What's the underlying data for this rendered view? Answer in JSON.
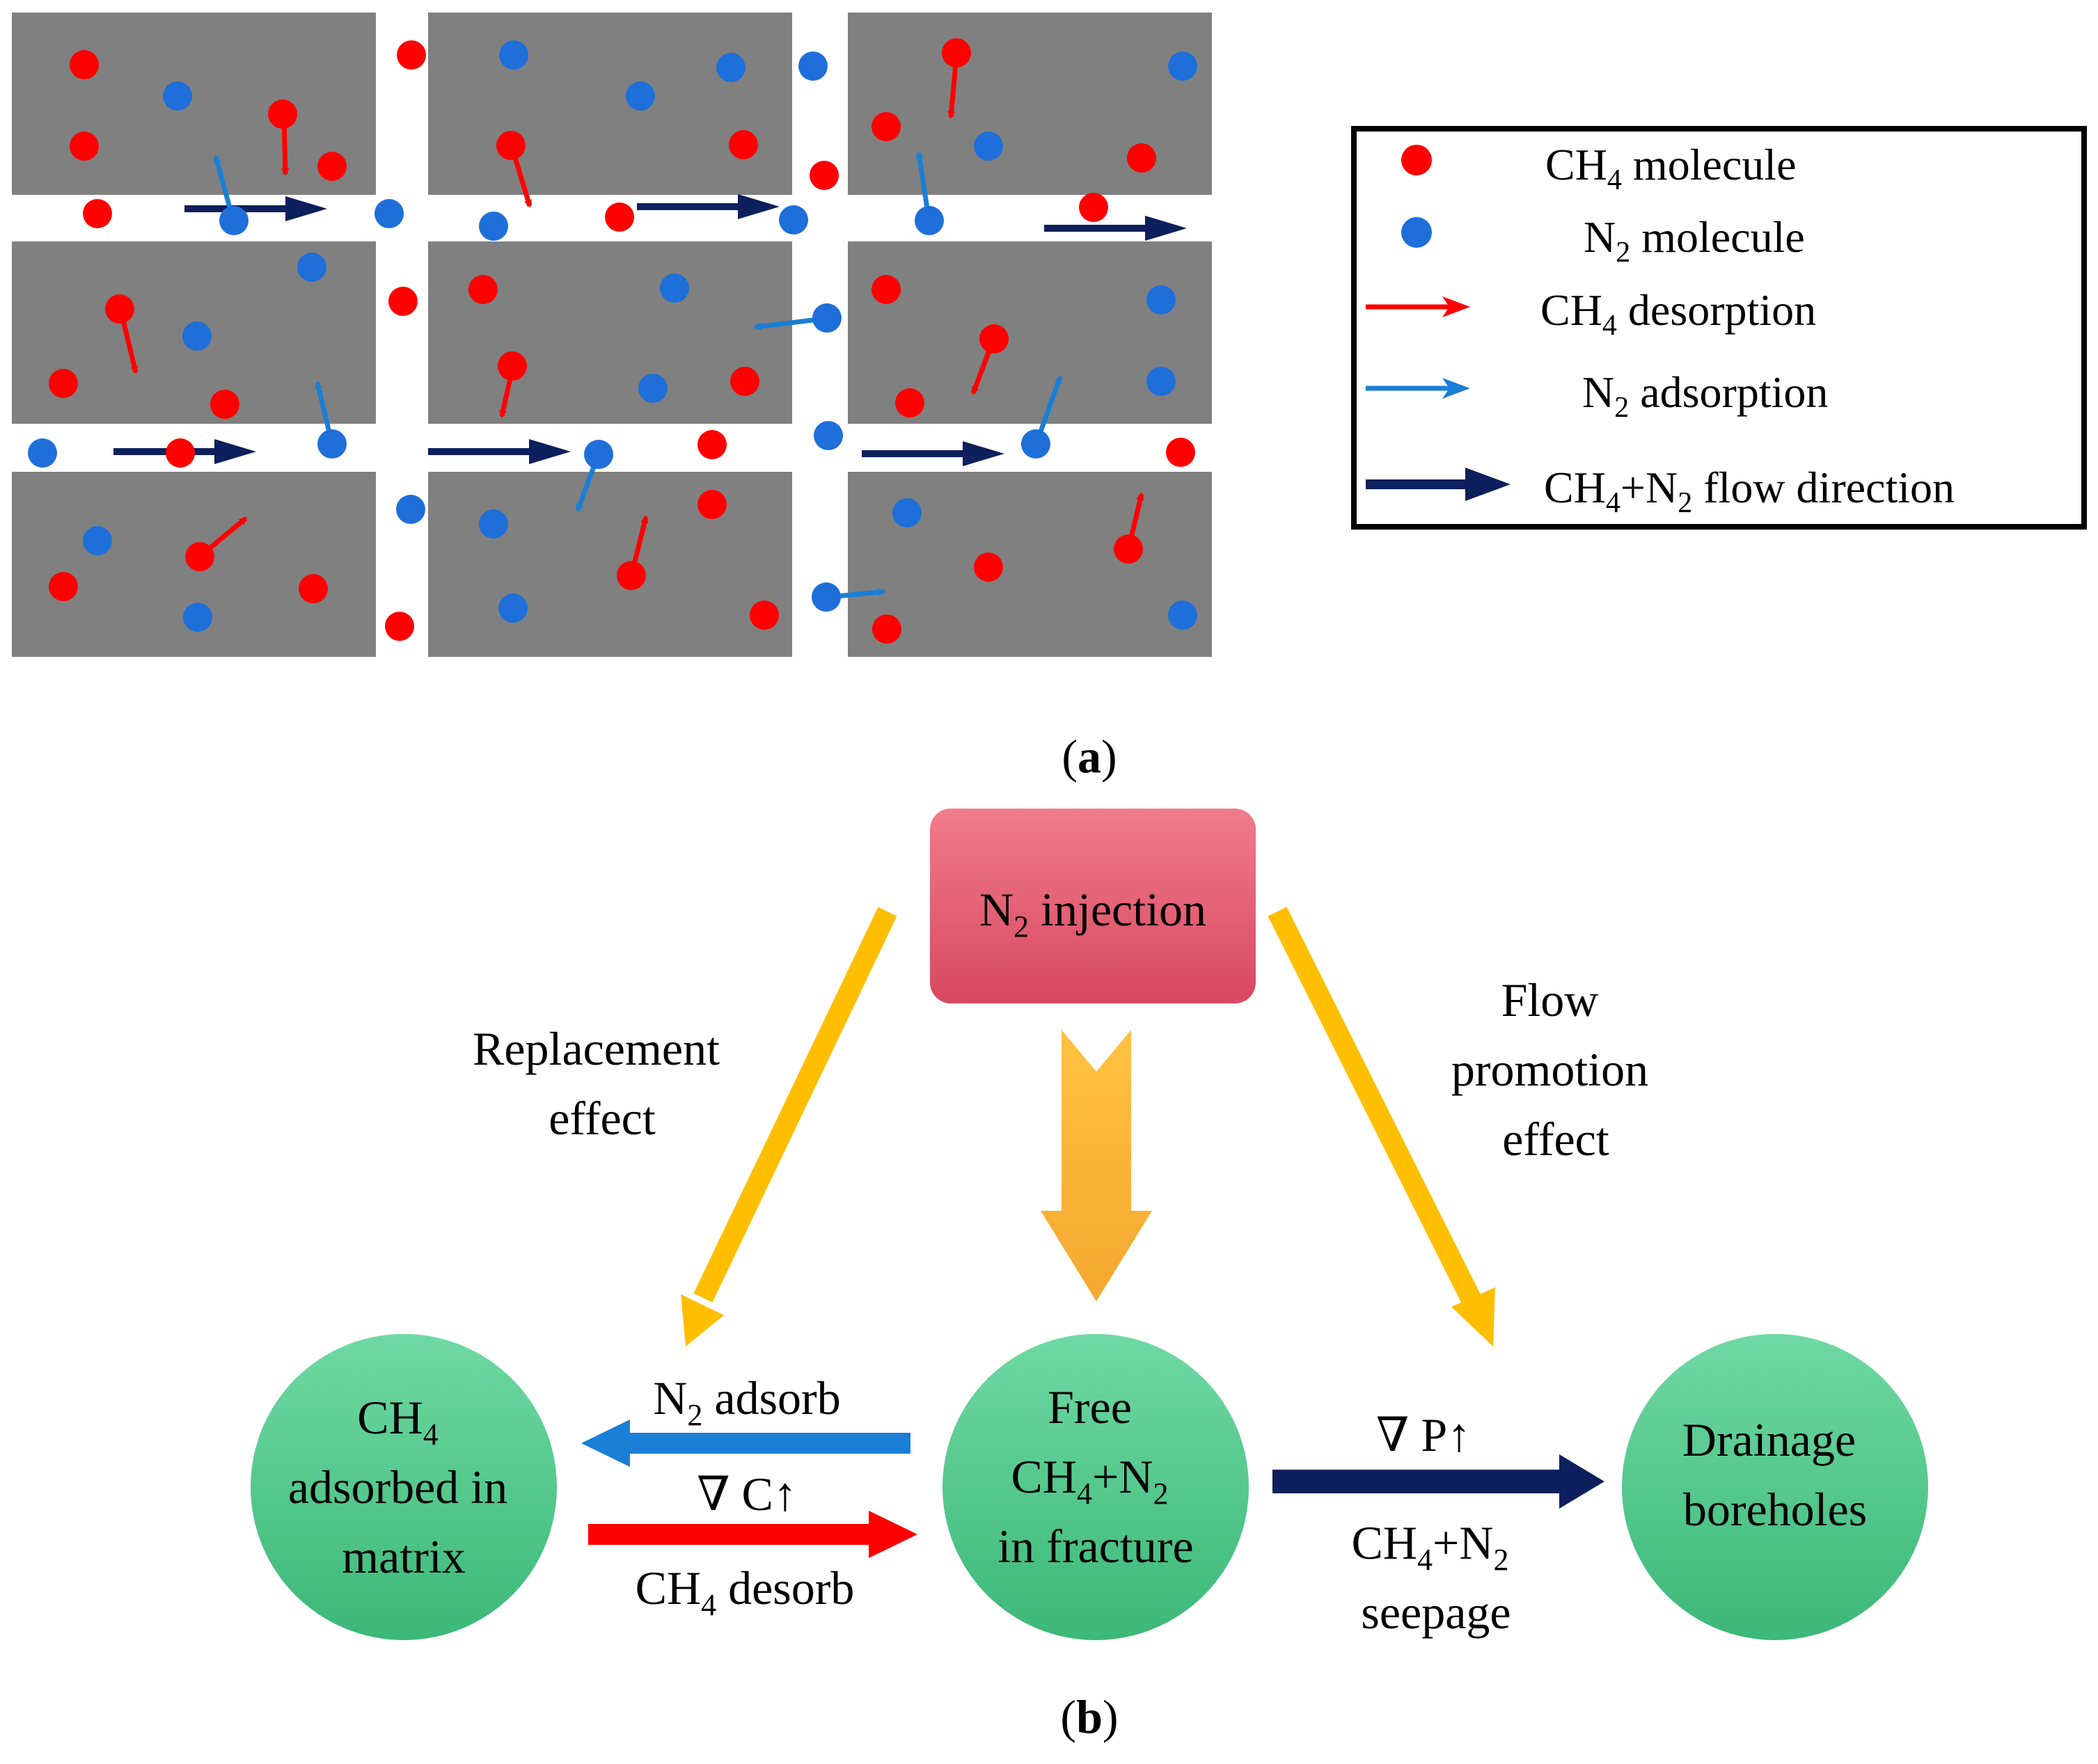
{
  "panel_a": {
    "caption": {
      "open": "(",
      "letter": "a",
      "close": ")"
    },
    "legend": [
      {
        "kind": "dot",
        "color": "#ff0000",
        "pre": "CH",
        "sub": "4",
        "post": " molecule"
      },
      {
        "kind": "dot",
        "color": "#1e6fd9",
        "pre": "N",
        "sub": "2",
        "post": " molecule"
      },
      {
        "kind": "arrow",
        "color": "#ff0000",
        "pre": "CH",
        "sub": "4",
        "post": " desorption"
      },
      {
        "kind": "arrow",
        "color": "#1a7fd6",
        "pre": "N",
        "sub": "2",
        "post": " adsorption"
      },
      {
        "kind": "arrow",
        "color": "#0d1f5c",
        "parts": [
          "CH",
          "4",
          "+N",
          "2",
          " flow direction"
        ]
      }
    ]
  },
  "panel_b": {
    "caption": {
      "open": "(",
      "letter": "b",
      "close": ")"
    },
    "injection": {
      "pre": "N",
      "sub": "2",
      "post": " injection"
    },
    "replacement_label": [
      "Replacement",
      "effect"
    ],
    "flow_label": [
      "Flow",
      "promotion",
      "effect"
    ],
    "node_matrix": {
      "pre": "CH",
      "sub": "4",
      "lines": [
        "adsorbed in",
        "matrix"
      ]
    },
    "node_fracture": {
      "line1": "Free",
      "pre": "CH",
      "sub1": "4",
      "mid": "+N",
      "sub2": "2",
      "line3": "in fracture"
    },
    "node_drainage": [
      "Drainage",
      "boreholes"
    ],
    "n2_adsorb": {
      "pre": "N",
      "sub": "2",
      "post": " adsorb"
    },
    "grad_c": "∇ C↑",
    "ch4_desorb": {
      "pre": "CH",
      "sub": "4",
      "post": " desorb"
    },
    "grad_p": "∇ P↑",
    "seepage": {
      "pre": "CH",
      "sub1": "4",
      "mid": "+N",
      "sub2": "2",
      "line2": "seepage"
    }
  },
  "colors": {
    "block": "#808080",
    "ch4": "#ff0000",
    "n2": "#1e6fd9",
    "flow": "#0d1f5c",
    "effect_arrow": "#ffbf00",
    "node_green": "#4cc78a",
    "injection_box": "#e0566c"
  }
}
